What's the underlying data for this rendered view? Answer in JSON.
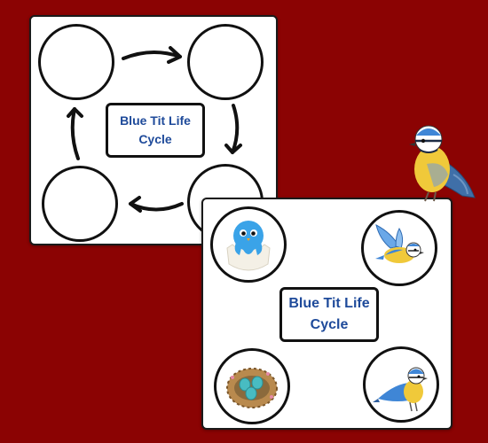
{
  "worksheet_blank": {
    "title_line1": "Blue Tit Life",
    "title_line2": "Cycle"
  },
  "worksheet_filled": {
    "title_line1": "Blue Tit Life",
    "title_line2": "Cycle",
    "stages": [
      "hatchling-icon",
      "flying-blue-tit-icon",
      "eggs-in-nest-icon",
      "adult-blue-tit-icon"
    ]
  },
  "colors": {
    "background": "#8b0303",
    "title_text": "#1e4a9a",
    "blue_tit_blue": "#3f86d6",
    "blue_tit_yellow": "#f0c93a"
  }
}
